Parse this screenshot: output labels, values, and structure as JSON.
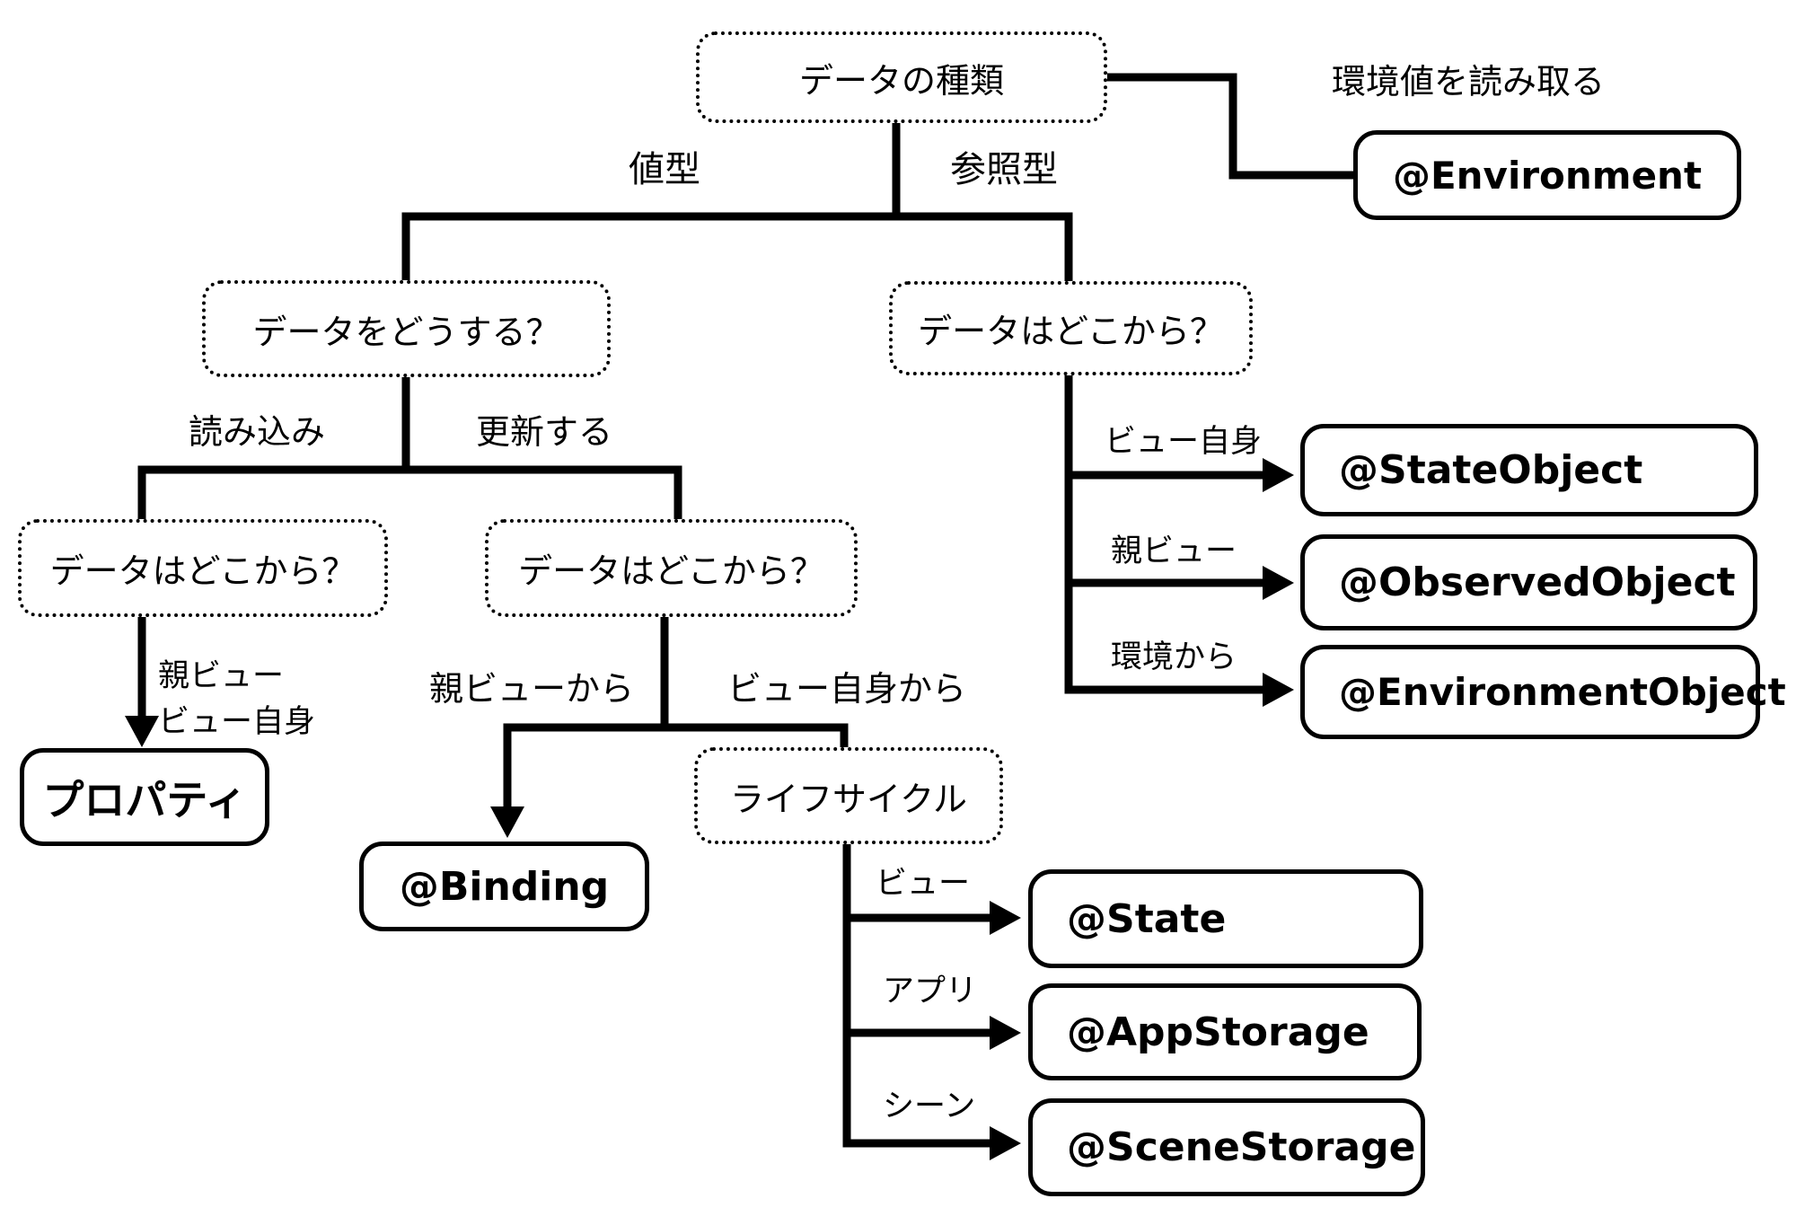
{
  "diagram": {
    "title_context": "SwiftUI data flow decision tree",
    "colors": {
      "stroke": "#000000",
      "background": "#ffffff"
    },
    "nodes": {
      "root": "データの種類",
      "environment": "@Environment",
      "value_question": "データをどうする？",
      "ref_question": "データはどこから？",
      "read_source_question": "データはどこから？",
      "update_source_question": "データはどこから？",
      "property": "プロパティ",
      "binding": "@Binding",
      "lifecycle": "ライフサイクル",
      "state": "@State",
      "app_storage": "@AppStorage",
      "scene_storage": "@SceneStorage",
      "state_object": "@StateObject",
      "observed_object": "@ObservedObject",
      "environment_object": "@EnvironmentObject"
    },
    "edge_labels": {
      "read_environment_value": "環境値を読み取る",
      "value_type": "値型",
      "reference_type": "参照型",
      "read": "読み込み",
      "update": "更新する",
      "parent_view_stack_line1": "親ビュー",
      "parent_view_stack_line2": "ビュー自身",
      "from_parent_view": "親ビューから",
      "from_view_itself": "ビュー自身から",
      "view_itself": "ビュー自身",
      "parent_view": "親ビュー",
      "from_environment": "環境から",
      "view": "ビュー",
      "app": "アプリ",
      "scene": "シーン"
    }
  }
}
